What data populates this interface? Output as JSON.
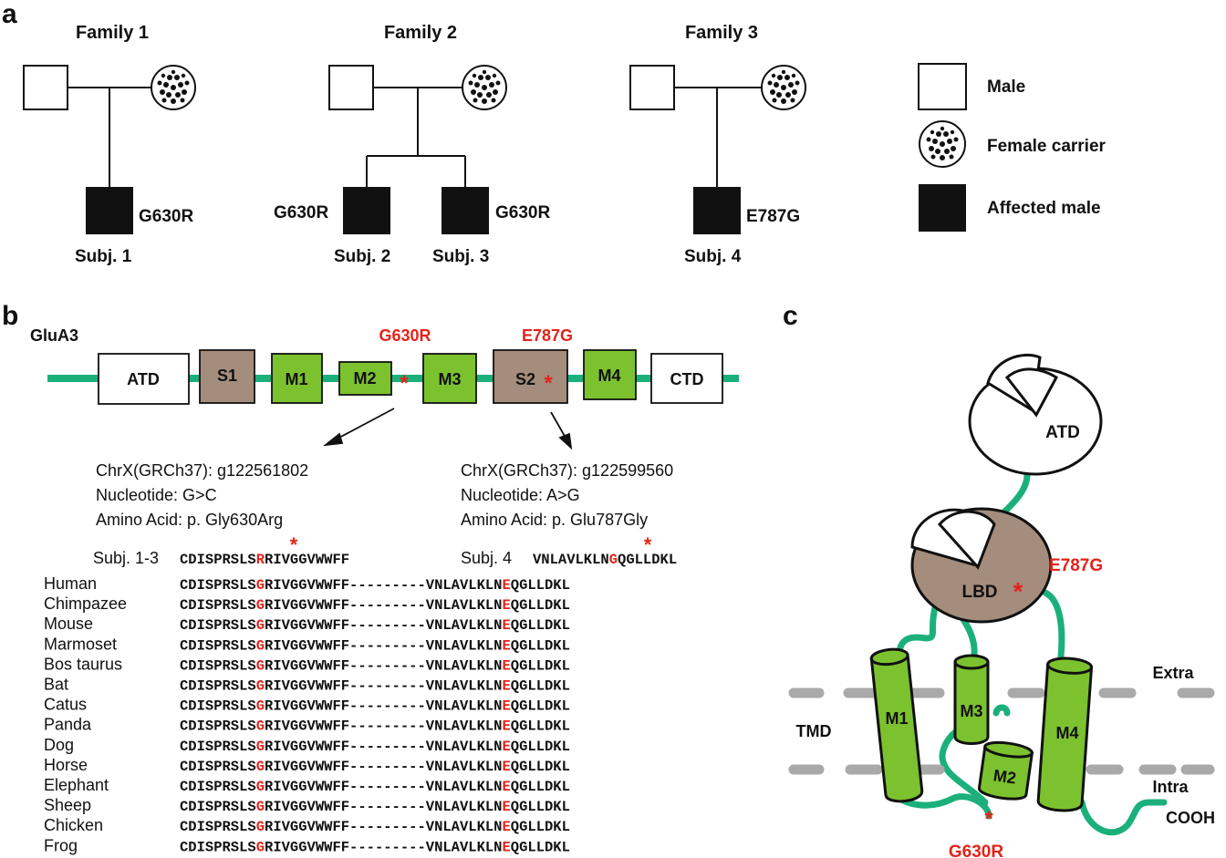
{
  "colors": {
    "red": "#e2231a",
    "green": "#1bb07a",
    "helix": "#7cc22e",
    "lbd": "#a48d7c",
    "gray": "#a9a9a9",
    "black": "#111111"
  },
  "panel_a": {
    "label": "a",
    "families": [
      {
        "title": "Family 1",
        "children": [
          {
            "variant": "G630R",
            "subject": "Subj. 1"
          }
        ]
      },
      {
        "title": "Family 2",
        "children": [
          {
            "variant": "G630R",
            "subject": "Subj. 2"
          },
          {
            "variant": "G630R",
            "subject": "Subj. 3"
          }
        ]
      },
      {
        "title": "Family 3",
        "children": [
          {
            "variant": "E787G",
            "subject": "Subj. 4"
          }
        ]
      }
    ],
    "legend": [
      {
        "symbol": "open-square-icon",
        "label": "Male"
      },
      {
        "symbol": "dotted-circle-icon",
        "label": "Female carrier"
      },
      {
        "symbol": "filled-square-icon",
        "label": "Affected male"
      }
    ]
  },
  "panel_b": {
    "label": "b",
    "protein": "GluA3",
    "mutation_labels": [
      "G630R",
      "E787G"
    ],
    "domains": [
      "ATD",
      "S1",
      "M1",
      "M2",
      "M3",
      "S2",
      "M4",
      "CTD"
    ],
    "variant_info": [
      [
        "ChrX(GRCh37): g122561802",
        "Nucleotide: G>C",
        "Amino Acid: p. Gly630Arg"
      ],
      [
        "ChrX(GRCh37): g122599560",
        "Nucleotide: A>G",
        "Amino Acid: p. Glu787Gly"
      ]
    ],
    "subject_rows": [
      {
        "label": "Subj. 1-3",
        "pre": "CDISPRSLS",
        "mut": "R",
        "post": "RIVGGVWWFF"
      },
      {
        "label": "Subj. 4",
        "pre": "VNLAVLKLN",
        "mut": "G",
        "post": "QGLLDKL"
      }
    ],
    "seq1": {
      "pre": "CDISPRSLS",
      "mut": "G",
      "post": "RIVGGVWWFF",
      "gap": "---------"
    },
    "seq2": {
      "pre": "VNLAVLKLN",
      "mut": "E",
      "post": "QGLLDKL"
    },
    "species": [
      "Human",
      "Chimpazee",
      "Mouse",
      "Marmoset",
      "Bos taurus",
      "Bat",
      "Catus",
      "Panda",
      "Dog",
      "Horse",
      "Elephant",
      "Sheep",
      "Chicken",
      "Frog"
    ],
    "asterisk": "*"
  },
  "panel_c": {
    "label": "c",
    "atd": "ATD",
    "lbd": "LBD",
    "helices": [
      "M1",
      "M3",
      "M2",
      "M4"
    ],
    "tmd": "TMD",
    "extra": "Extra",
    "intra": "Intra",
    "cooh": "COOH",
    "mutation_labels": [
      "E787G",
      "G630R"
    ]
  }
}
